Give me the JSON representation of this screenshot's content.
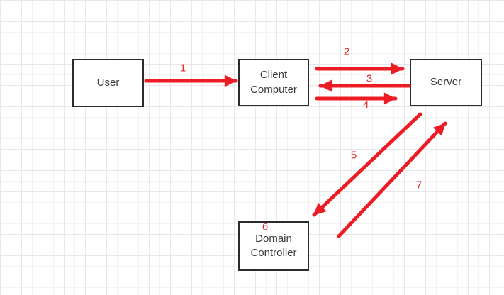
{
  "diagram": {
    "accent_color": "#ed1c24",
    "node_border_color": "#2b2b2b",
    "grid_color": "#e7e7e7",
    "nodes": [
      {
        "id": "user",
        "label": "User"
      },
      {
        "id": "client-computer",
        "label": "Client Computer"
      },
      {
        "id": "server",
        "label": "Server"
      },
      {
        "id": "domain-controller",
        "label": "Domain Controller"
      }
    ],
    "steps": [
      {
        "number": "1",
        "from": "user",
        "to": "client-computer",
        "direction": "right"
      },
      {
        "number": "2",
        "from": "client-computer",
        "to": "server",
        "direction": "right"
      },
      {
        "number": "3",
        "from": "server",
        "to": "client-computer",
        "direction": "left"
      },
      {
        "number": "4",
        "from": "client-computer",
        "to": "server",
        "direction": "right"
      },
      {
        "number": "5",
        "from": "server",
        "to": "domain-controller",
        "direction": "down-left"
      },
      {
        "number": "6",
        "from": "domain-controller",
        "to": "domain-controller",
        "direction": "none"
      },
      {
        "number": "7",
        "from": "domain-controller",
        "to": "server",
        "direction": "up-right"
      }
    ]
  }
}
